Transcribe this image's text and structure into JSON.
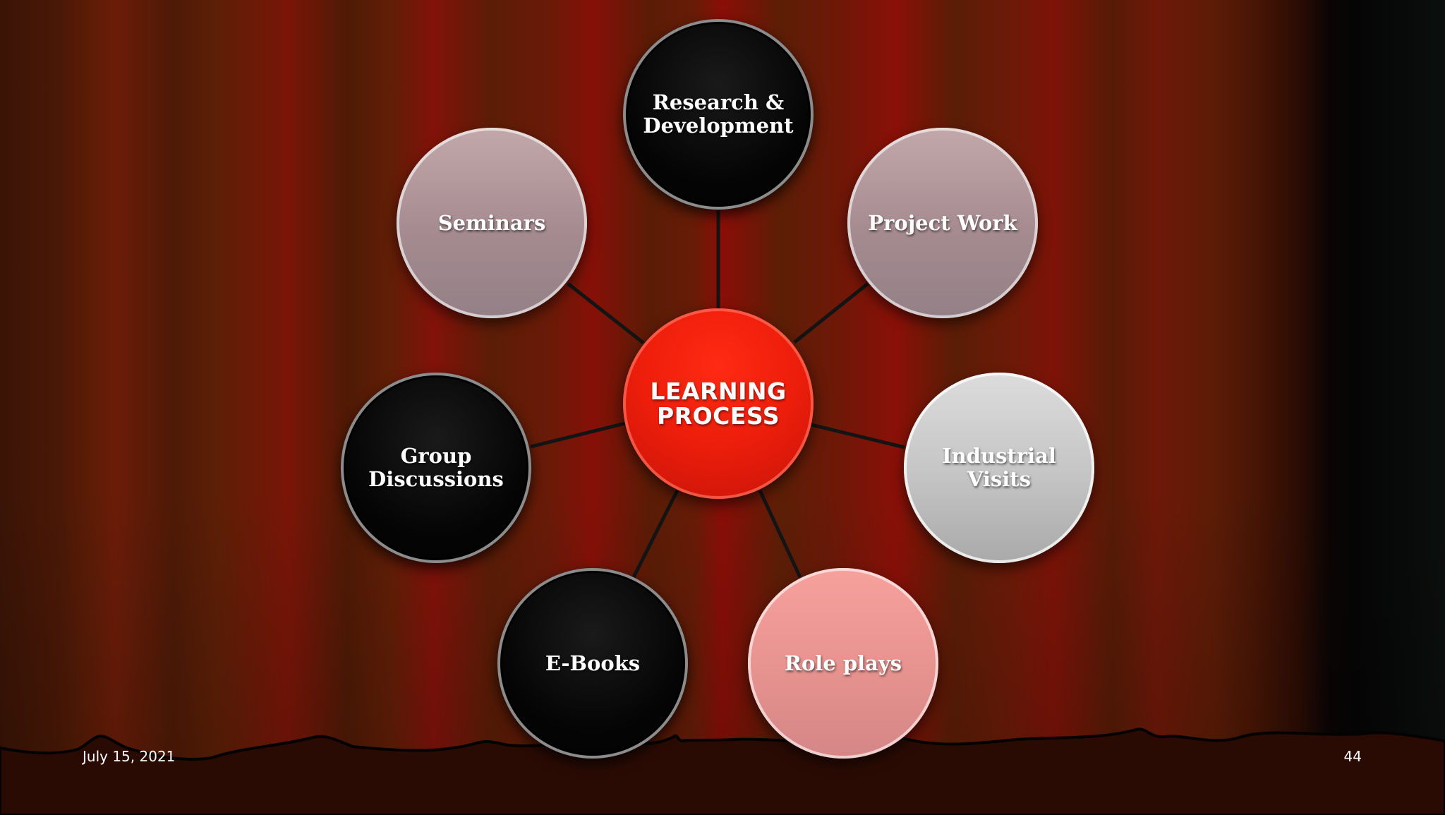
{
  "diagram": {
    "center": {
      "label_line1": "LEARNING",
      "label_line2": "PROCESS",
      "color": "#ec1d0b"
    },
    "nodes": [
      {
        "id": "research",
        "label_line1": "Research &",
        "label_line2": "Development",
        "style": "dark"
      },
      {
        "id": "project-work",
        "label_line1": "Project Work",
        "label_line2": "",
        "style": "mauve"
      },
      {
        "id": "industrial-visits",
        "label_line1": "Industrial",
        "label_line2": "Visits",
        "style": "silver"
      },
      {
        "id": "role-plays",
        "label_line1": "Role plays",
        "label_line2": "",
        "style": "pink"
      },
      {
        "id": "e-books",
        "label_line1": "E-Books",
        "label_line2": "",
        "style": "dark"
      },
      {
        "id": "group-discussions",
        "label_line1": "Group",
        "label_line2": "Discussions",
        "style": "dark"
      },
      {
        "id": "seminars",
        "label_line1": "Seminars",
        "label_line2": "",
        "style": "mauve"
      }
    ]
  },
  "footer": {
    "date": "July 15, 2021",
    "page_number": "44"
  }
}
